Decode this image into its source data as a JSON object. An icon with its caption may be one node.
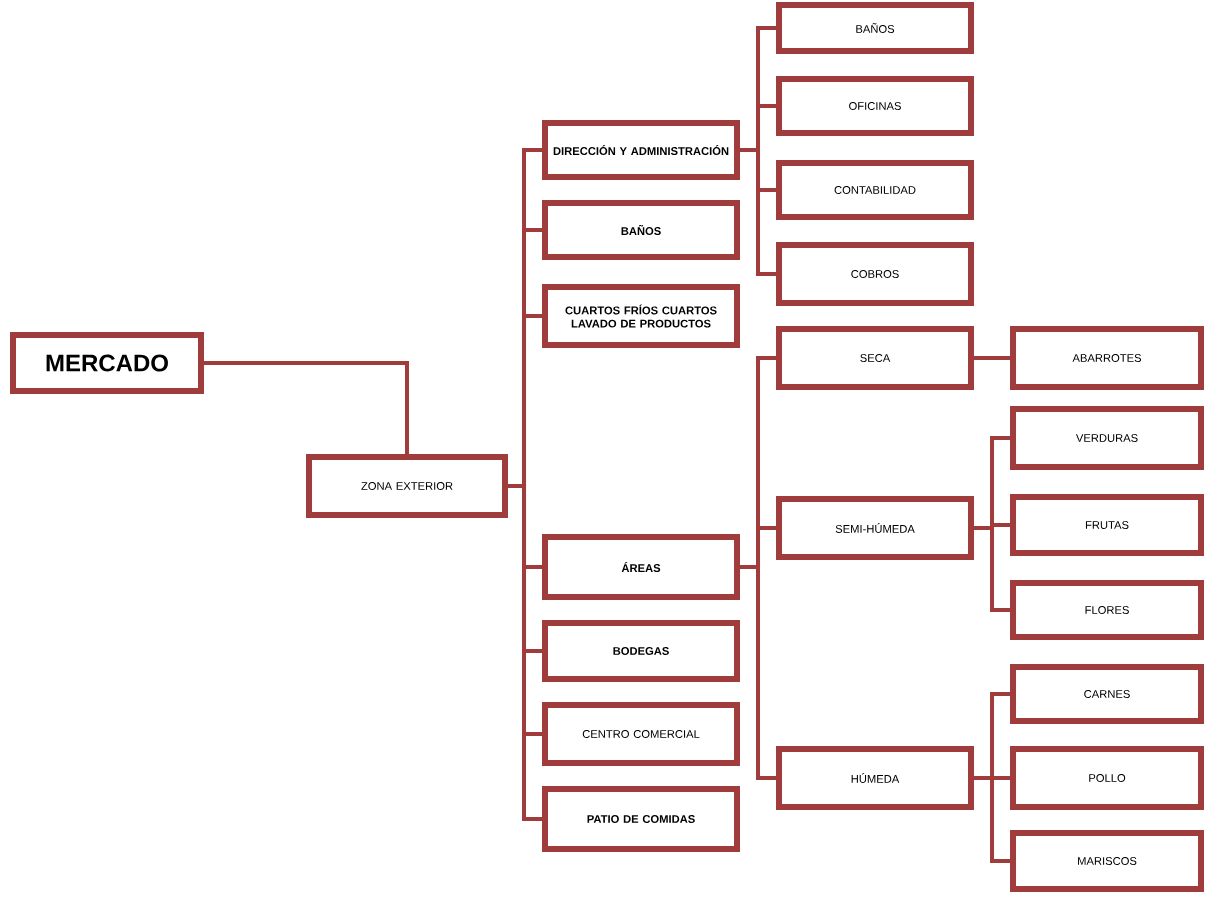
{
  "diagram": {
    "nodes": [
      {
        "text": [
          "MERCADO"
        ]
      },
      {
        "text": [
          "ZONA EXTERIOR"
        ]
      },
      {
        "text": [
          "DIRECCIÓN Y ADMINISTRACIÓN"
        ]
      },
      {
        "text": [
          "BAÑOS"
        ]
      },
      {
        "text": [
          "CUARTOS FRÍOS CUARTOS LAVADO DE PRODUCTOS"
        ]
      },
      {
        "text": [
          "ÁREAS"
        ]
      },
      {
        "text": [
          "BODEGAS"
        ]
      },
      {
        "text": [
          "CENTRO COMERCIAL"
        ]
      },
      {
        "text": [
          "PATIO DE COMIDAS"
        ]
      },
      {
        "text": [
          "BAÑOS"
        ]
      },
      {
        "text": [
          "OFICINAS"
        ]
      },
      {
        "text": [
          "CONTABILIDAD"
        ]
      },
      {
        "text": [
          "COBROS"
        ]
      },
      {
        "text": [
          "SECA"
        ]
      },
      {
        "text": [
          "SEMI-HÚMEDA"
        ]
      },
      {
        "text": [
          "HÚMEDA"
        ]
      },
      {
        "text": [
          "ABARROTES"
        ]
      },
      {
        "text": [
          "VERDURAS"
        ]
      },
      {
        "text": [
          "FRUTAS"
        ]
      },
      {
        "text": [
          "FLORES"
        ]
      },
      {
        "text": [
          "CARNES"
        ]
      },
      {
        "text": [
          "POLLO"
        ]
      },
      {
        "text": [
          "MARISCOS"
        ]
      }
    ],
    "edges": [
      {
        "from": 0,
        "to": 1,
        "arrow": "none"
      },
      {
        "from": 1,
        "to": 2,
        "arrow": "none"
      },
      {
        "from": 1,
        "to": 3,
        "arrow": "none"
      },
      {
        "from": 1,
        "to": 4,
        "arrow": "none"
      },
      {
        "from": 1,
        "to": 5,
        "arrow": "none"
      },
      {
        "from": 1,
        "to": 6,
        "arrow": "none"
      },
      {
        "from": 1,
        "to": 7,
        "arrow": "none"
      },
      {
        "from": 1,
        "to": 8,
        "arrow": "none"
      },
      {
        "from": 2,
        "to": 9,
        "arrow": "none"
      },
      {
        "from": 2,
        "to": 10,
        "arrow": "none"
      },
      {
        "from": 2,
        "to": 11,
        "arrow": "none"
      },
      {
        "from": 2,
        "to": 12,
        "arrow": "none"
      },
      {
        "from": 5,
        "to": 13,
        "arrow": "none"
      },
      {
        "from": 5,
        "to": 14,
        "arrow": "none"
      },
      {
        "from": 5,
        "to": 15,
        "arrow": "none"
      },
      {
        "from": 13,
        "to": 16,
        "arrow": "none"
      },
      {
        "from": 14,
        "to": 17,
        "arrow": "none"
      },
      {
        "from": 14,
        "to": 18,
        "arrow": "none"
      },
      {
        "from": 14,
        "to": 19,
        "arrow": "none"
      },
      {
        "from": 15,
        "to": 20,
        "arrow": "none"
      },
      {
        "from": 15,
        "to": 21,
        "arrow": "none"
      },
      {
        "from": 15,
        "to": 22,
        "arrow": "none"
      }
    ]
  }
}
